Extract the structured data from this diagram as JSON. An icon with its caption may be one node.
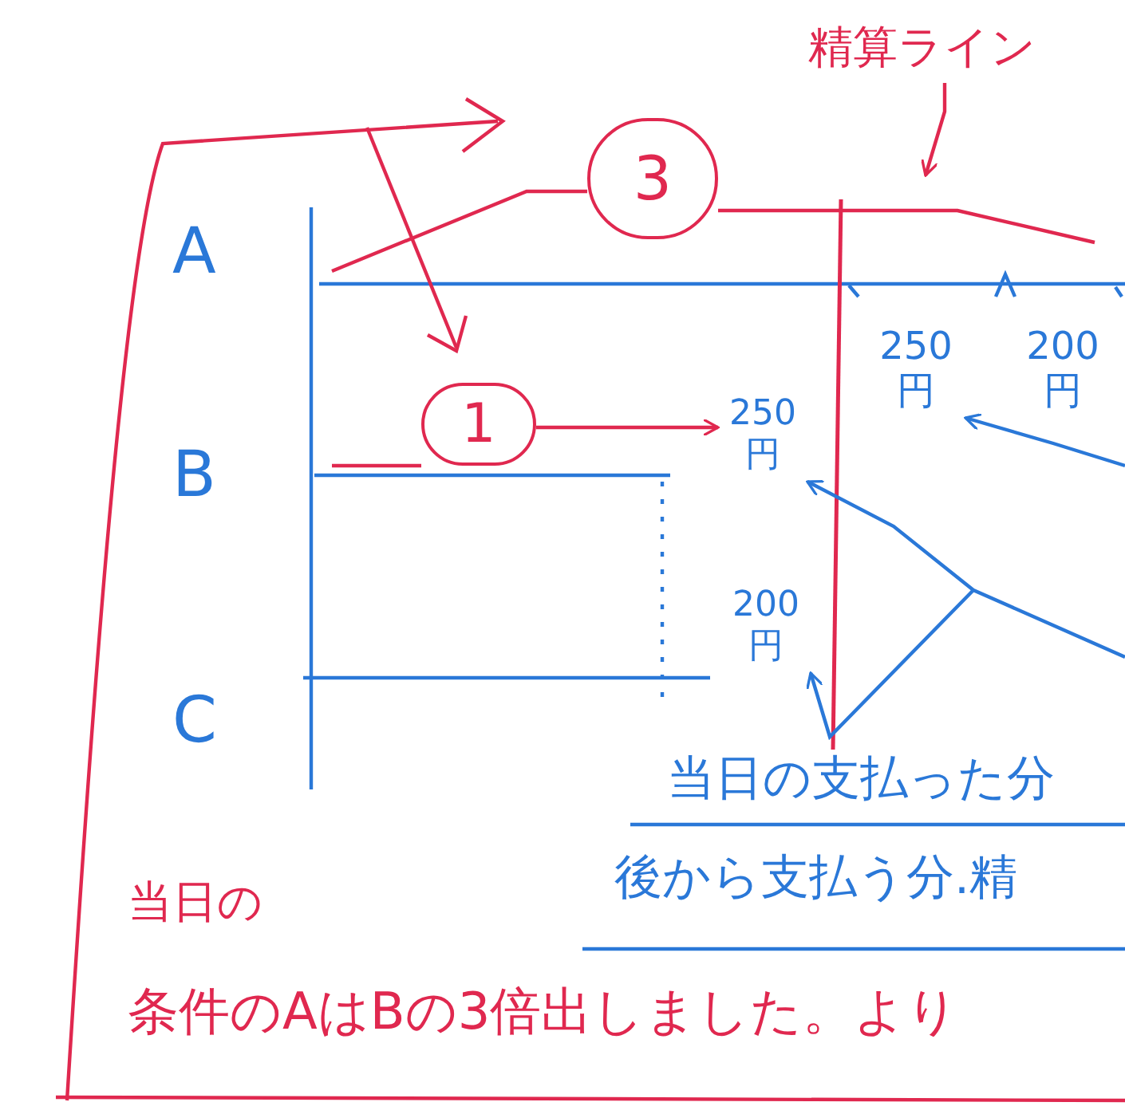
{
  "diagram": {
    "nodes": [
      {
        "text": [
          "精算ライン"
        ]
      },
      {
        "text": [
          "3"
        ]
      },
      {
        "text": [
          "1"
        ]
      },
      {
        "text": [
          "250 円"
        ]
      },
      {
        "text": [
          "200 円"
        ]
      },
      {
        "text": [
          "250 円"
        ]
      },
      {
        "text": [
          "200 円"
        ]
      }
    ],
    "edges": [
      {
        "from": 0,
        "to": null,
        "arrow": "to"
      },
      {
        "from": null,
        "to": 3,
        "arrow": "to",
        "color": "#2a78d8"
      },
      {
        "from": null,
        "to": 5,
        "arrow": "to",
        "color": "#2a78d8"
      },
      {
        "from": null,
        "to": 6,
        "arrow": "to",
        "color": "#2a78d8"
      },
      {
        "from": 2,
        "to": 5,
        "arrow": "to"
      },
      {
        "from": 2,
        "to": null,
        "arrow": "none"
      },
      {
        "from": 1,
        "to": null,
        "arrow": "none"
      },
      {
        "from": 1,
        "to": null,
        "arrow": "none"
      }
    ],
    "labels": [
      "A",
      "B",
      "C",
      "当日の支払った分",
      "後から支払う分.精",
      "当日の",
      "条件のAはBの3倍出しました。より"
    ]
  }
}
